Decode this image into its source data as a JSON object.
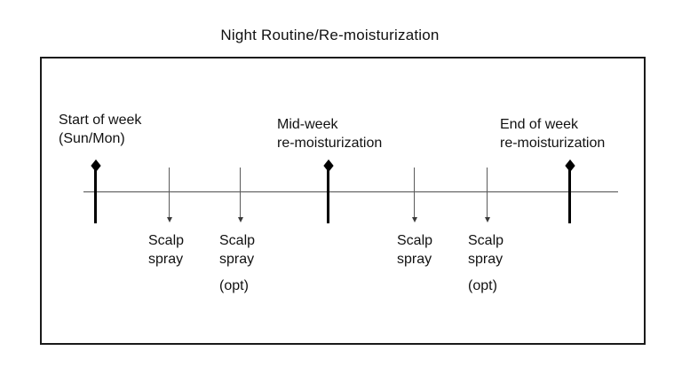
{
  "title": "Night Routine/Re-moisturization",
  "timeline": {
    "milestones": [
      {
        "line1": "Start of week",
        "line2": "(Sun/Mon)"
      },
      {
        "line1": "Mid-week",
        "line2": "re-moisturization"
      },
      {
        "line1": "End of week",
        "line2": "re-moisturization"
      }
    ],
    "events": [
      {
        "line1": "Scalp",
        "line2": "spray"
      },
      {
        "line1": "Scalp",
        "line2": "spray",
        "note": "(opt)"
      },
      {
        "line1": "Scalp",
        "line2": "spray"
      },
      {
        "line1": "Scalp",
        "line2": "spray",
        "note": "(opt)"
      }
    ]
  },
  "colors": {
    "background": "#ffffff",
    "text": "#111111",
    "frame_border": "#1a1a1a",
    "axis_line": "#4f4f4f",
    "milestone_marker": "#000000",
    "event_arrow": "#5a5a5a"
  }
}
